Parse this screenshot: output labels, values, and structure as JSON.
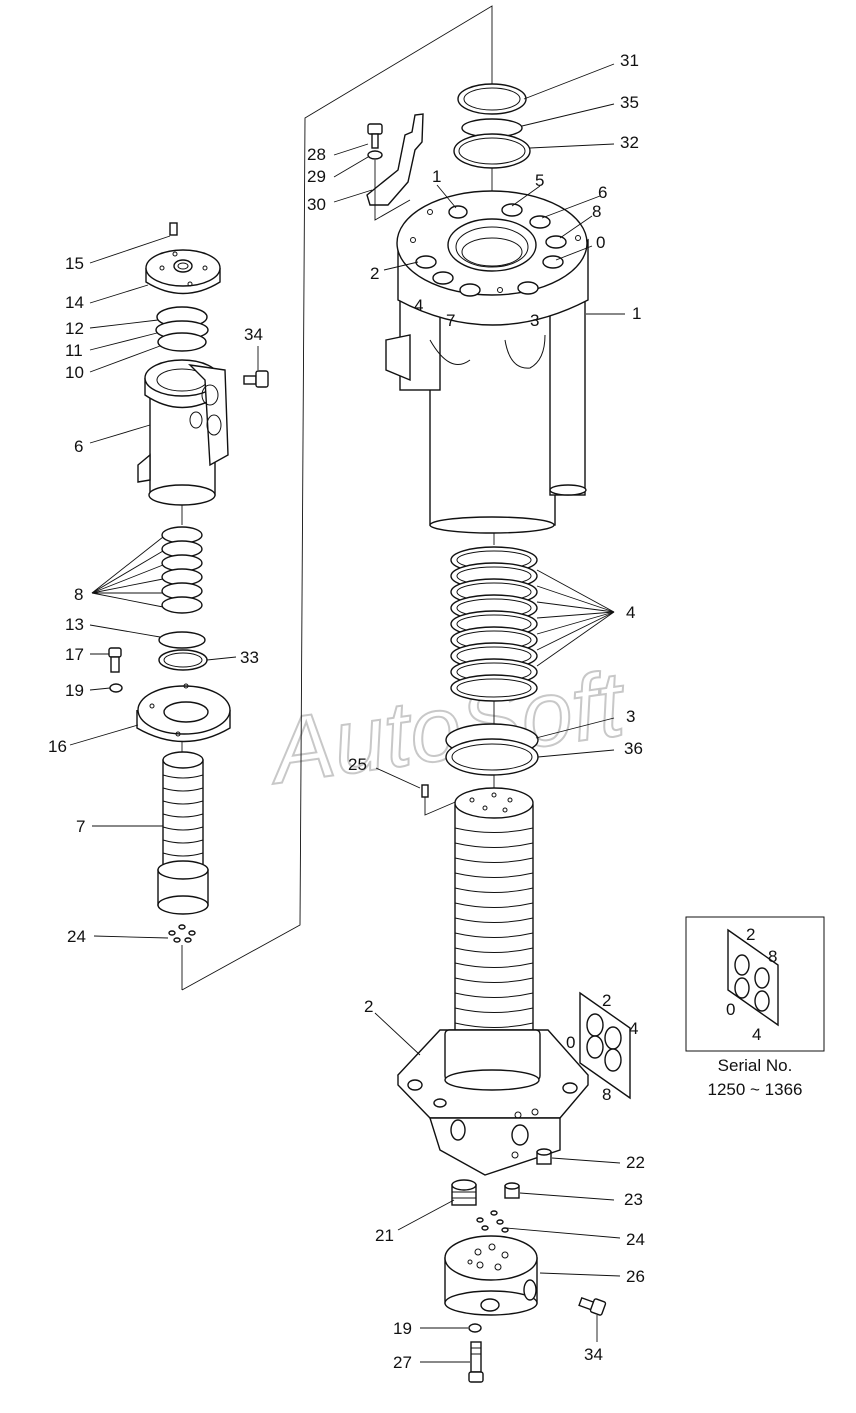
{
  "watermark": "AutoSoft",
  "inset": {
    "port_labels": [
      "2",
      "8",
      "0",
      "4"
    ],
    "caption_line1": "Serial No.",
    "caption_line2": "1250 ~ 1366"
  },
  "callouts": {
    "c31": "31",
    "c35": "35",
    "c32": "32",
    "c28": "28",
    "c29": "29",
    "c30": "30",
    "c1a": "1",
    "c5": "5",
    "c6a": "6",
    "c8a": "8",
    "c0a": "0",
    "c2a": "2",
    "c4a": "4",
    "c7a": "7",
    "c3a": "3",
    "c1b": "1",
    "c15": "15",
    "c14": "14",
    "c12": "12",
    "c11": "11",
    "c10": "10",
    "c34a": "34",
    "c6b": "6",
    "c8b": "8",
    "c4b": "4",
    "c13": "13",
    "c33": "33",
    "c17": "17",
    "c19a": "19",
    "c16": "16",
    "c3b": "3",
    "c36": "36",
    "c25": "25",
    "c7b": "7",
    "c24a": "24",
    "c2b": "2",
    "c2c": "2",
    "c4c": "4",
    "c0c": "0",
    "c8c": "8",
    "c22": "22",
    "c23": "23",
    "c21": "21",
    "c24b": "24",
    "c26": "26",
    "c19b": "19",
    "c34b": "34",
    "c27": "27"
  }
}
